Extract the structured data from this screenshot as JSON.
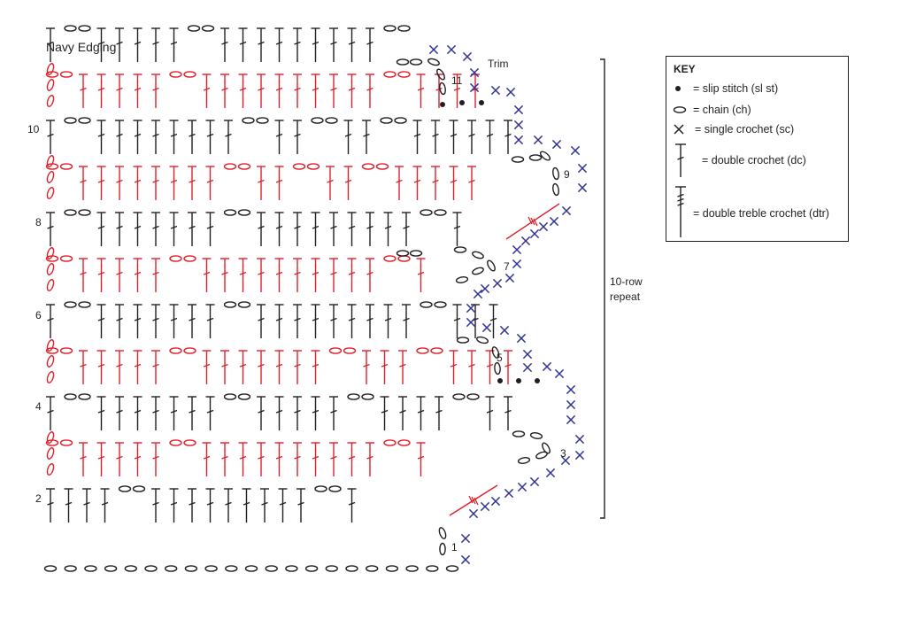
{
  "title": "Navy Edging",
  "trim_label": "Trim",
  "repeat_label": [
    "10-row",
    "repeat"
  ],
  "row_numbers": [
    {
      "label": "1",
      "row": 1
    },
    {
      "label": "2",
      "row": 2
    },
    {
      "label": "3",
      "row": 3
    },
    {
      "label": "4",
      "row": 4
    },
    {
      "label": "5",
      "row": 5
    },
    {
      "label": "6",
      "row": 6
    },
    {
      "label": "7",
      "row": 7
    },
    {
      "label": "8",
      "row": 8
    },
    {
      "label": "9",
      "row": 9
    },
    {
      "label": "10",
      "row": 10
    },
    {
      "label": "11",
      "row": 11
    }
  ],
  "body_rows": [
    {
      "row": 1,
      "color": "black",
      "pattern": "DDDDCCDDDDDDDDDCCD"
    },
    {
      "row": 2,
      "color": "red",
      "pattern": "CCDDDDDCCDDDDDDDDDDCCD"
    },
    {
      "row": 3,
      "color": "black",
      "pattern": "DCCDDDDDDDCCDDDDDCCDDDDCCDDDD"
    },
    {
      "row": 4,
      "color": "red",
      "pattern": "CCDDDDDCCDDDDDDDCCDDDCCDDDD"
    },
    {
      "row": 5,
      "color": "black",
      "pattern": "DCCDDDDDDDCCDDDDDDDDDCCDDDD"
    },
    {
      "row": 6,
      "color": "red",
      "pattern": "CCDDDDDCCDDDDDDDDDDCCD"
    },
    {
      "row": 7,
      "color": "black",
      "pattern": "DCCDDDDDDDCCDDDDDDDDDCCD"
    },
    {
      "row": 8,
      "color": "red",
      "pattern": "CCDDDDDDDDCCDDCCDDCCDDDDD"
    },
    {
      "row": 9,
      "color": "black",
      "pattern": "DCCDDDDDDDDCCDDCCDDCCDDDDDD"
    },
    {
      "row": 10,
      "color": "red",
      "pattern": "CCDDDDDCCDDDDDDDDDDCCDDDD"
    },
    {
      "row": 11,
      "color": "black",
      "pattern": "DCCDDDDDCCDDDDDDDDDCC"
    }
  ],
  "foundation": {
    "count": 21
  },
  "colors": {
    "ink": "#231f20",
    "red": "#e2202a",
    "navy": "#2e3192"
  },
  "key": {
    "title": "KEY",
    "items": [
      {
        "symbol": "slip-stitch-icon",
        "label": "= slip stitch (sl st)"
      },
      {
        "symbol": "chain-icon",
        "label": "= chain (ch)"
      },
      {
        "symbol": "single-crochet-icon",
        "label": "= single crochet (sc)"
      },
      {
        "symbol": "double-crochet-icon",
        "label": "= double crochet (dc)"
      },
      {
        "symbol": "double-treble-crochet-icon",
        "label": "= double treble crochet (dtr)"
      }
    ]
  }
}
